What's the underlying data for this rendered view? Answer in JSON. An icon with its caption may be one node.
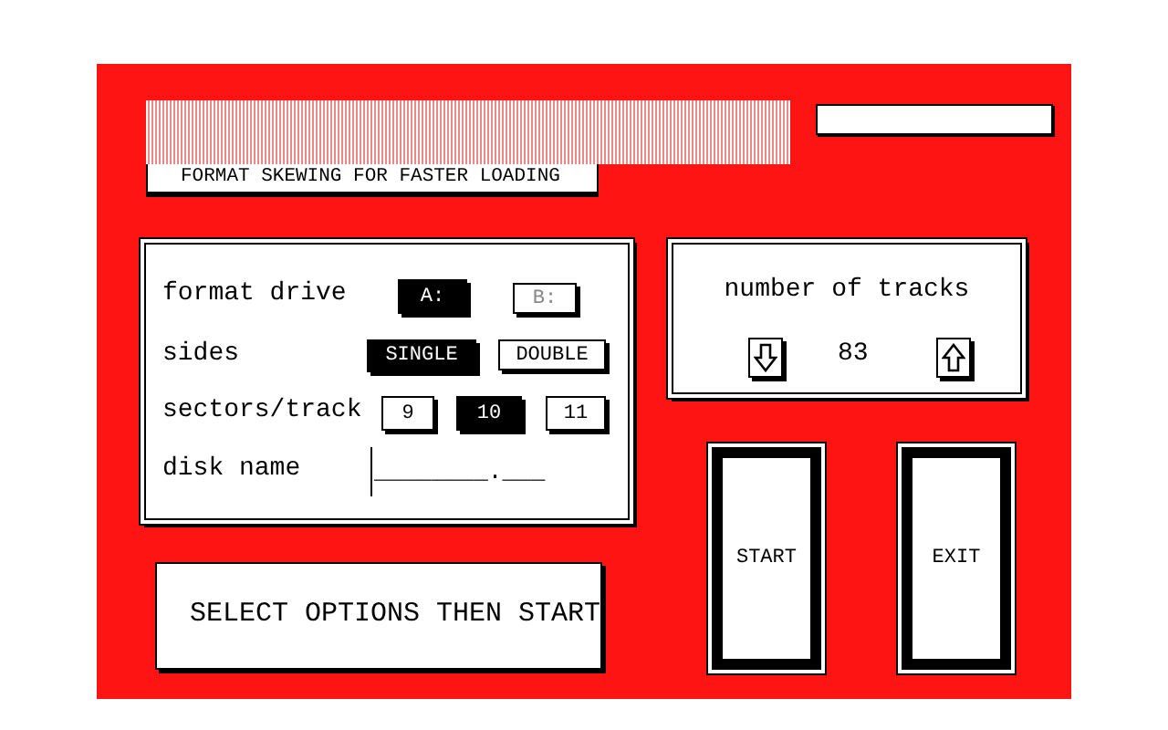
{
  "diagram": {
    "nodes": [
      {
        "text": [],
        "shape": "box"
      },
      {
        "text": [
          "FORMAT SKEWING FOR FASTER LOADING"
        ]
      },
      {
        "text": [],
        "shape": "box"
      },
      {
        "text": [],
        "shape": "box"
      },
      {
        "text": [
          "A:"
        ],
        "in": 3
      },
      {
        "text": [
          "B:"
        ],
        "in": 3
      },
      {
        "text": [
          "SINGLE"
        ],
        "in": 3
      },
      {
        "text": [
          "DOUBLE"
        ],
        "in": 3
      },
      {
        "text": [
          "9"
        ],
        "in": 3
      },
      {
        "text": [
          "10"
        ],
        "in": 3
      },
      {
        "text": [
          "11"
        ],
        "in": 3
      },
      {
        "text": [
          "________.___"
        ],
        "in": 3
      },
      {
        "text": [
          "number of tracks",
          "83"
        ]
      },
      {
        "text": [],
        "shape": "box",
        "in": 12
      },
      {
        "text": [],
        "shape": "box",
        "in": 12
      },
      {
        "text": [
          "START"
        ]
      },
      {
        "text": [
          "EXIT"
        ]
      },
      {
        "text": [
          "SELECT OPTIONS THEN START"
        ]
      }
    ],
    "edges": [],
    "labels": [
      "format drive",
      "sides",
      "sectors/track",
      "disk name"
    ]
  }
}
